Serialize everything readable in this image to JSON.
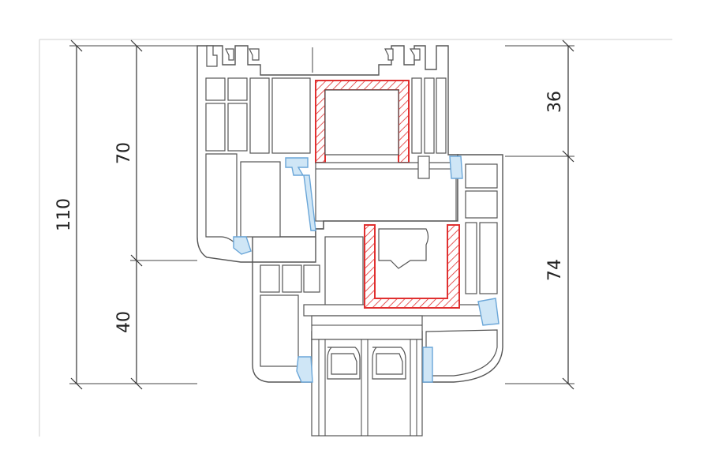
{
  "dimensions": {
    "left_total": "110",
    "left_upper": "70",
    "left_lower": "40",
    "right_upper": "36",
    "right_lower": "74"
  },
  "colors": {
    "reinforcement": "#e03030",
    "gasket": "#6aa6d8",
    "outline": "#555555"
  }
}
